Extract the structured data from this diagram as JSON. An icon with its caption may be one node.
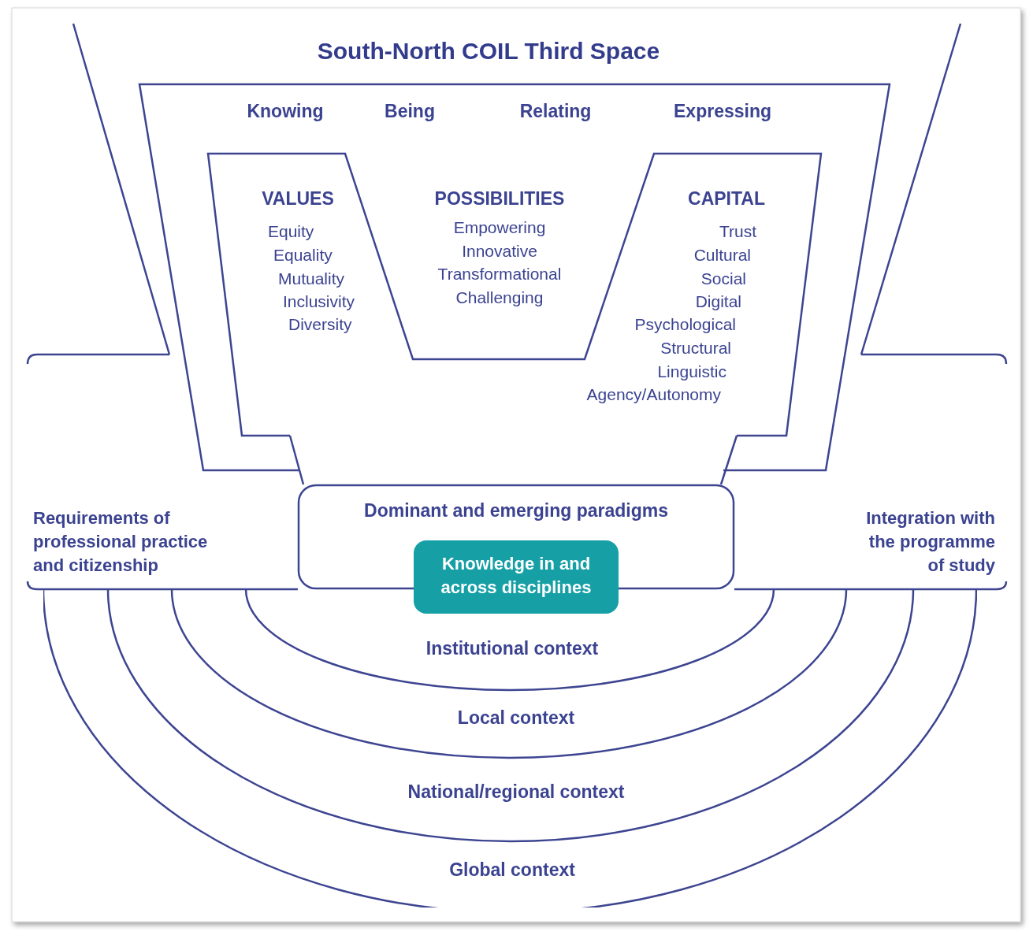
{
  "diagram": {
    "title": "South-North COIL Third Space",
    "nodes": [
      {
        "text": [
          "Knowing",
          "Being",
          "Relating",
          "Expressing"
        ]
      },
      {
        "in": 0,
        "text": [
          "VALUES",
          "Equity",
          "Equality",
          "Mutuality",
          "Inclusivity",
          "Diversity",
          "POSSIBILITIES",
          "Empowering",
          "Innovative",
          "Transformational",
          "Challenging",
          "CAPITAL",
          "Trust",
          "Cultural",
          "Social",
          "Digital",
          "Psychological",
          "Structural",
          "Linguistic",
          "Agency/Autonomy"
        ]
      },
      {
        "text": [
          "Requirements of professional practice and citizenship",
          "Integration with the programme of study"
        ]
      },
      {
        "text": [
          "Dominant and emerging paradigms"
        ],
        "in": 2
      },
      {
        "text": [
          "Knowledge in and across disciplines"
        ]
      },
      {
        "text": [
          "Institutional context"
        ],
        "in": 6
      },
      {
        "text": [
          "Local context"
        ],
        "in": 7
      },
      {
        "text": [
          "National/regional context"
        ],
        "in": 8
      },
      {
        "text": [
          "Global context"
        ]
      }
    ]
  }
}
